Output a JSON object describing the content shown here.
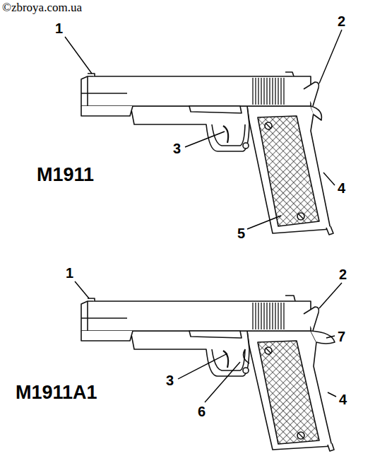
{
  "diagram": {
    "labels": [
      "©zbroya.com.ua",
      "1",
      "2",
      "3",
      "M1911",
      "4",
      "5",
      "1",
      "2",
      "7",
      "3",
      "M1911A1",
      "6",
      "4"
    ]
  }
}
